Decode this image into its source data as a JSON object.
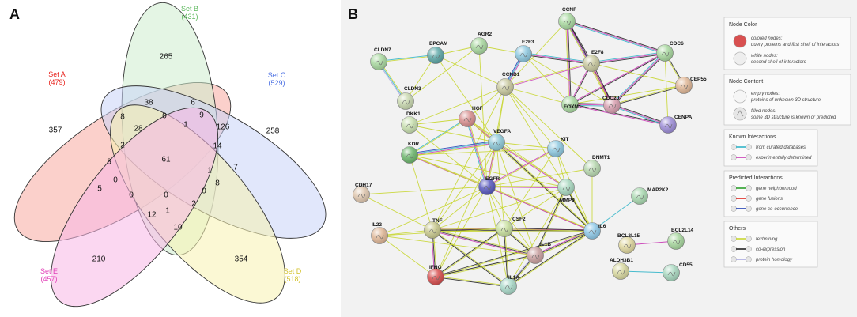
{
  "panels": {
    "a_label": "A",
    "b_label": "B"
  },
  "venn": {
    "sets": [
      {
        "name": "Set A",
        "count": "(479)",
        "color": "#e8251f",
        "fill": "#f7a9a0"
      },
      {
        "name": "Set B",
        "count": "(431)",
        "color": "#5cb85c",
        "fill": "#cdeccd"
      },
      {
        "name": "Set C",
        "count": "(529)",
        "color": "#4a6fe3",
        "fill": "#c9d4f7"
      },
      {
        "name": "Set D",
        "count": "(518)",
        "color": "#d4c22a",
        "fill": "#f7f3b0"
      },
      {
        "name": "Set E",
        "count": "(457)",
        "color": "#e23fb8",
        "fill": "#f7b6e6"
      }
    ],
    "values": [
      "265",
      "357",
      "258",
      "354",
      "210",
      "38",
      "6",
      "8",
      "9",
      "0",
      "126",
      "28",
      "1",
      "2",
      "61",
      "14",
      "8",
      "7",
      "1",
      "8",
      "5",
      "0",
      "0",
      "0",
      "12",
      "1",
      "0",
      "2",
      "10"
    ]
  },
  "network": {
    "nodes": [
      {
        "name": "CCNF",
        "color": "#a9d8a0"
      },
      {
        "name": "CDC6",
        "color": "#a9d8a0"
      },
      {
        "name": "E2F8",
        "color": "#c9c9a0"
      },
      {
        "name": "AGR2",
        "color": "#a9d8a0"
      },
      {
        "name": "EPCAM",
        "color": "#5fa8a8"
      },
      {
        "name": "CLDN7",
        "color": "#a9d8a0"
      },
      {
        "name": "E2F3",
        "color": "#8fc9e0"
      },
      {
        "name": "CEP55",
        "color": "#e0b898"
      },
      {
        "name": "CLDN3",
        "color": "#c9d8b0"
      },
      {
        "name": "CCND1",
        "color": "#c9c9a0"
      },
      {
        "name": "FOXM1",
        "color": "#a9d8a0"
      },
      {
        "name": "CDC20",
        "color": "#d8a0b0"
      },
      {
        "name": "HGF",
        "color": "#d89090"
      },
      {
        "name": "DKK1",
        "color": "#c9e0b0"
      },
      {
        "name": "CENPA",
        "color": "#9f8fd8"
      },
      {
        "name": "VEGFA",
        "color": "#8fc9d8"
      },
      {
        "name": "KIT",
        "color": "#8fc9e0"
      },
      {
        "name": "KDR",
        "color": "#6fb86f"
      },
      {
        "name": "DNMT1",
        "color": "#b8d8b0"
      },
      {
        "name": "EGFR",
        "color": "#5a5ac0"
      },
      {
        "name": "MMP9",
        "color": "#a9d8c0"
      },
      {
        "name": "CDH17",
        "color": "#e0c8b0"
      },
      {
        "name": "MAP2K2",
        "color": "#a9d8b0"
      },
      {
        "name": "IL6",
        "color": "#8fc9e8"
      },
      {
        "name": "TNF",
        "color": "#c9c98f"
      },
      {
        "name": "CSF2",
        "color": "#c9e0a0"
      },
      {
        "name": "IL22",
        "color": "#e0b898"
      },
      {
        "name": "BCL2L15",
        "color": "#e0d8a0"
      },
      {
        "name": "BCL2L14",
        "color": "#a9d8a0"
      },
      {
        "name": "IL1B",
        "color": "#c9a0a0"
      },
      {
        "name": "ALDH3B1",
        "color": "#d8d8a0"
      },
      {
        "name": "CD55",
        "color": "#a9d8c0"
      },
      {
        "name": "IFNG",
        "color": "#d85050"
      },
      {
        "name": "IL1A",
        "color": "#a9d8c8"
      }
    ]
  },
  "legend": {
    "node_color": {
      "title": "Node Color",
      "items": [
        {
          "text1": "colored nodes:",
          "text2": "query proteins and first shell of interactors"
        },
        {
          "text1": "white nodes:",
          "text2": "second shell of interactors"
        }
      ]
    },
    "node_content": {
      "title": "Node Content",
      "items": [
        {
          "text1": "empty nodes:",
          "text2": "proteins of unknown 3D structure"
        },
        {
          "text1": "filled nodes:",
          "text2": "some 3D structure is known or predicted"
        }
      ]
    },
    "known": {
      "title": "Known Interactions",
      "items": [
        {
          "text": "from curated databases",
          "color": "#33b5c9"
        },
        {
          "text": "experimentally determined",
          "color": "#c93bb5"
        }
      ]
    },
    "predicted": {
      "title": "Predicted Interactions",
      "items": [
        {
          "text": "gene neighborhood",
          "color": "#2ca02c"
        },
        {
          "text": "gene fusions",
          "color": "#e0261f"
        },
        {
          "text": "gene co-occurrence",
          "color": "#1f3fb5"
        }
      ]
    },
    "others": {
      "title": "Others",
      "items": [
        {
          "text": "textmining",
          "color": "#c8d631"
        },
        {
          "text": "co-expression",
          "color": "#222222"
        },
        {
          "text": "protein homology",
          "color": "#a9a9e0"
        }
      ]
    }
  }
}
